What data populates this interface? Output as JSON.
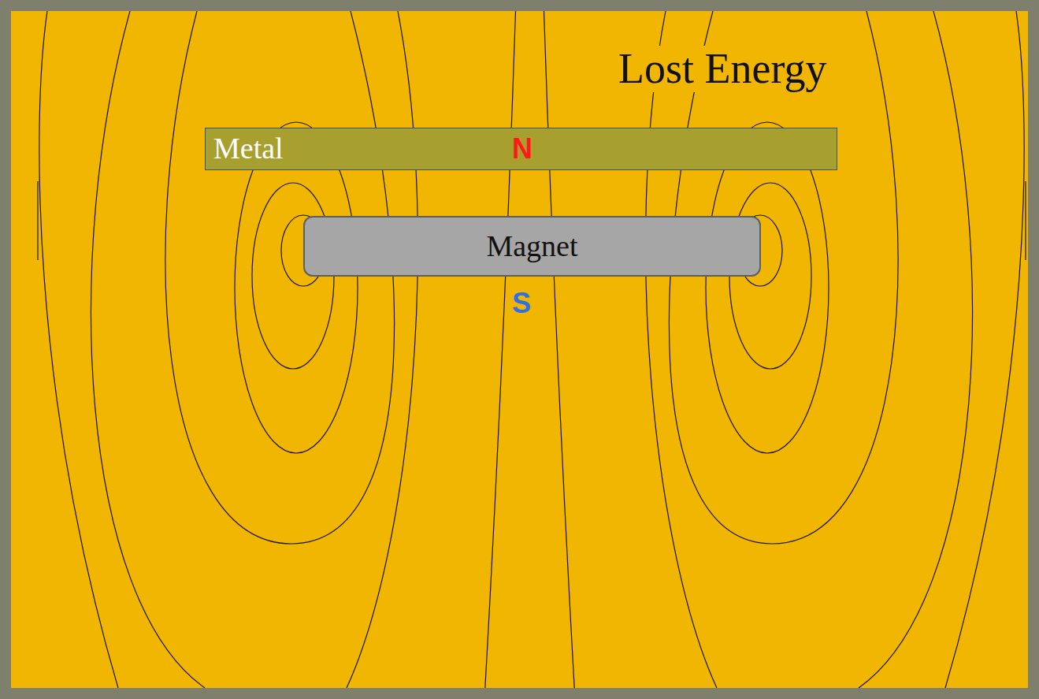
{
  "diagram": {
    "title": "Lost Energy",
    "nodes": [
      {
        "text": [
          "Metal",
          "N"
        ]
      },
      {
        "text": [
          "Magnet"
        ]
      }
    ],
    "labels": [
      "S"
    ]
  }
}
